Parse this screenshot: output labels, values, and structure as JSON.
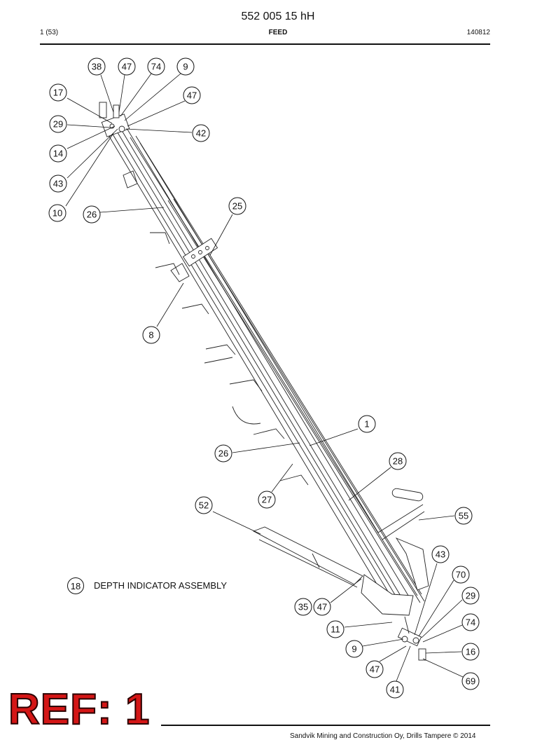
{
  "header": {
    "doc_number": "552 005 15 hH",
    "page": "1 (53)",
    "section": "FEED",
    "date_code": "140812"
  },
  "callouts": [
    {
      "id": "c38a",
      "label": "38"
    },
    {
      "id": "c47a",
      "label": "47"
    },
    {
      "id": "c74a",
      "label": "74"
    },
    {
      "id": "c9a",
      "label": "9"
    },
    {
      "id": "c17",
      "label": "17"
    },
    {
      "id": "c47b",
      "label": "47"
    },
    {
      "id": "c29a",
      "label": "29"
    },
    {
      "id": "c42",
      "label": "42"
    },
    {
      "id": "c14",
      "label": "14"
    },
    {
      "id": "c43a",
      "label": "43"
    },
    {
      "id": "c10",
      "label": "10"
    },
    {
      "id": "c26a",
      "label": "26"
    },
    {
      "id": "c25",
      "label": "25"
    },
    {
      "id": "c8",
      "label": "8"
    },
    {
      "id": "c1",
      "label": "1"
    },
    {
      "id": "c26b",
      "label": "26"
    },
    {
      "id": "c28",
      "label": "28"
    },
    {
      "id": "c27",
      "label": "27"
    },
    {
      "id": "c52",
      "label": "52"
    },
    {
      "id": "c55",
      "label": "55"
    },
    {
      "id": "c43b",
      "label": "43"
    },
    {
      "id": "c70",
      "label": "70"
    },
    {
      "id": "c29b",
      "label": "29"
    },
    {
      "id": "c35",
      "label": "35"
    },
    {
      "id": "c47c",
      "label": "47"
    },
    {
      "id": "c74b",
      "label": "74"
    },
    {
      "id": "c11",
      "label": "11"
    },
    {
      "id": "c9b",
      "label": "9"
    },
    {
      "id": "c16",
      "label": "16"
    },
    {
      "id": "c47d",
      "label": "47"
    },
    {
      "id": "c69",
      "label": "69"
    },
    {
      "id": "c41",
      "label": "41"
    }
  ],
  "legend": {
    "number": "18",
    "text": "DEPTH INDICATOR ASSEMBLY"
  },
  "stamp": "REF: 1",
  "footer": {
    "text": "Sandvik Mining and Construction Oy, Drills Tampere © 2014"
  }
}
